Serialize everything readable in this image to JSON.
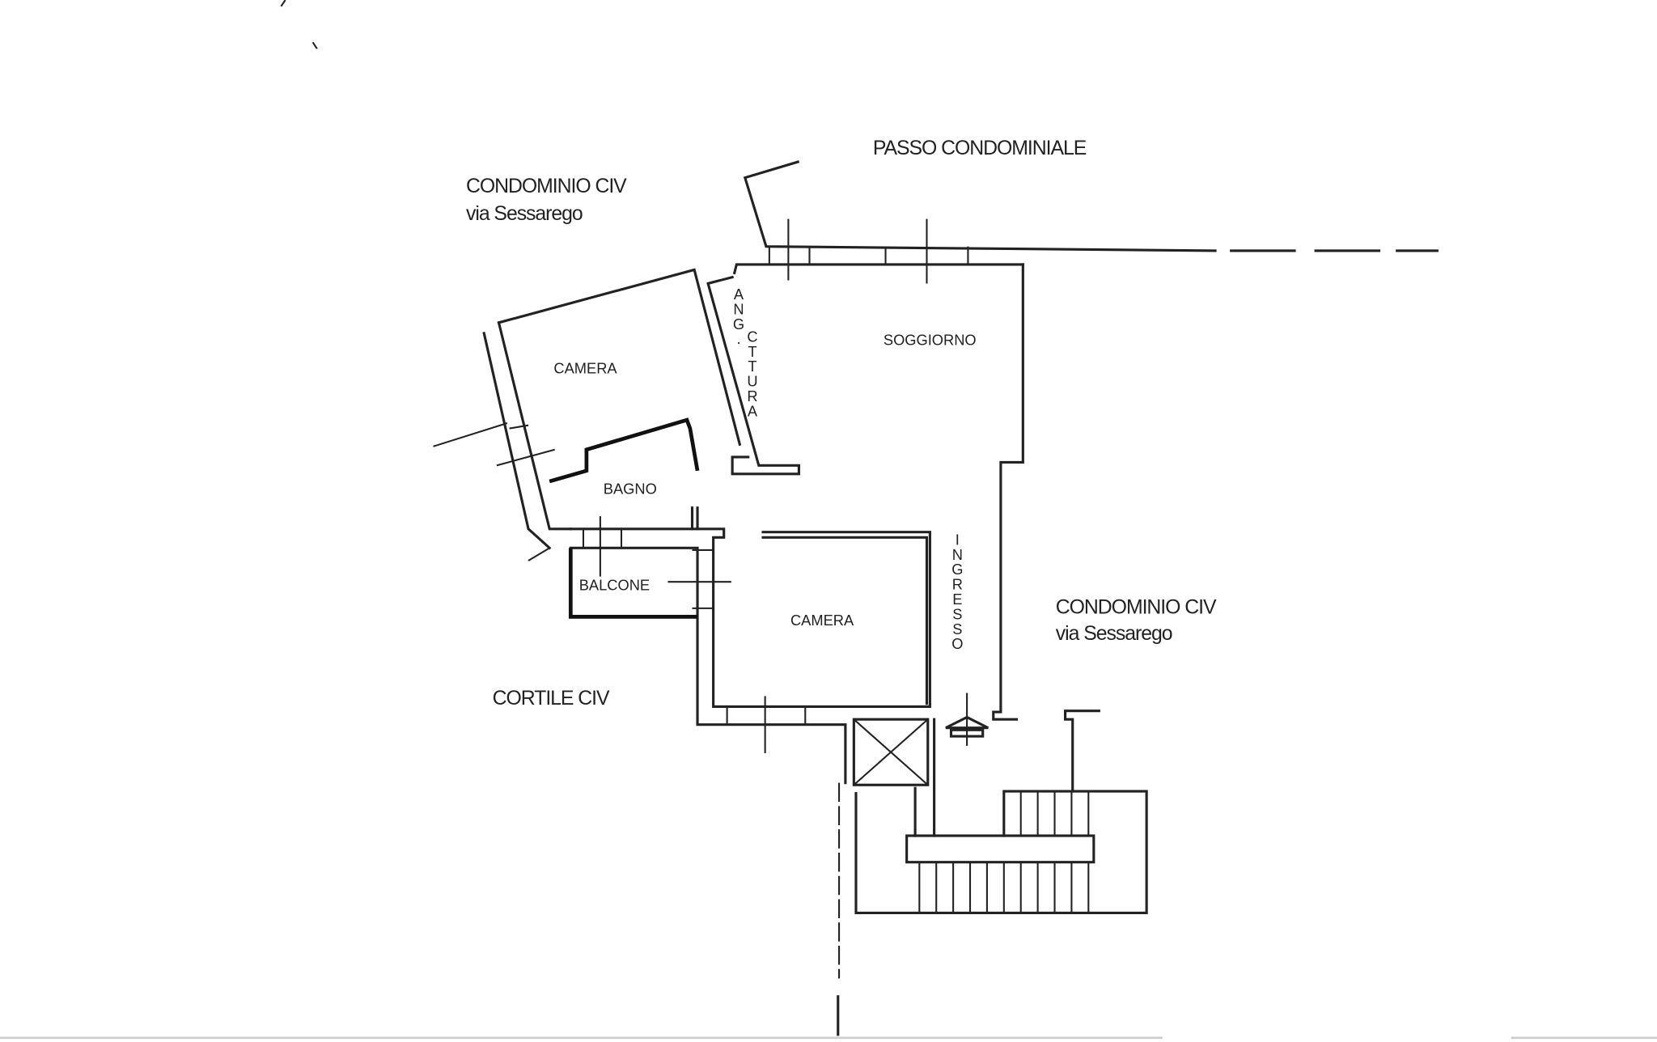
{
  "title": "Floor plan",
  "labels": {
    "passo": "PASSO CONDOMINIALE",
    "condominio_top": "CONDOMINIO CIV",
    "via_top": "via Sessarego",
    "condominio_right": "CONDOMINIO CIV",
    "via_right": "via Sessarego",
    "cortile": "CORTILE CIV"
  },
  "rooms": {
    "camera_upper": "CAMERA",
    "soggiorno": "SOGGIORNO",
    "bagno": "BAGNO",
    "balcone": "BALCONE",
    "camera_lower": "CAMERA",
    "ang": "ANG.",
    "cottura": "CTTURA",
    "ingresso": "INGRESSO"
  },
  "colors": {
    "line": "#222222",
    "background": "#ffffff"
  }
}
